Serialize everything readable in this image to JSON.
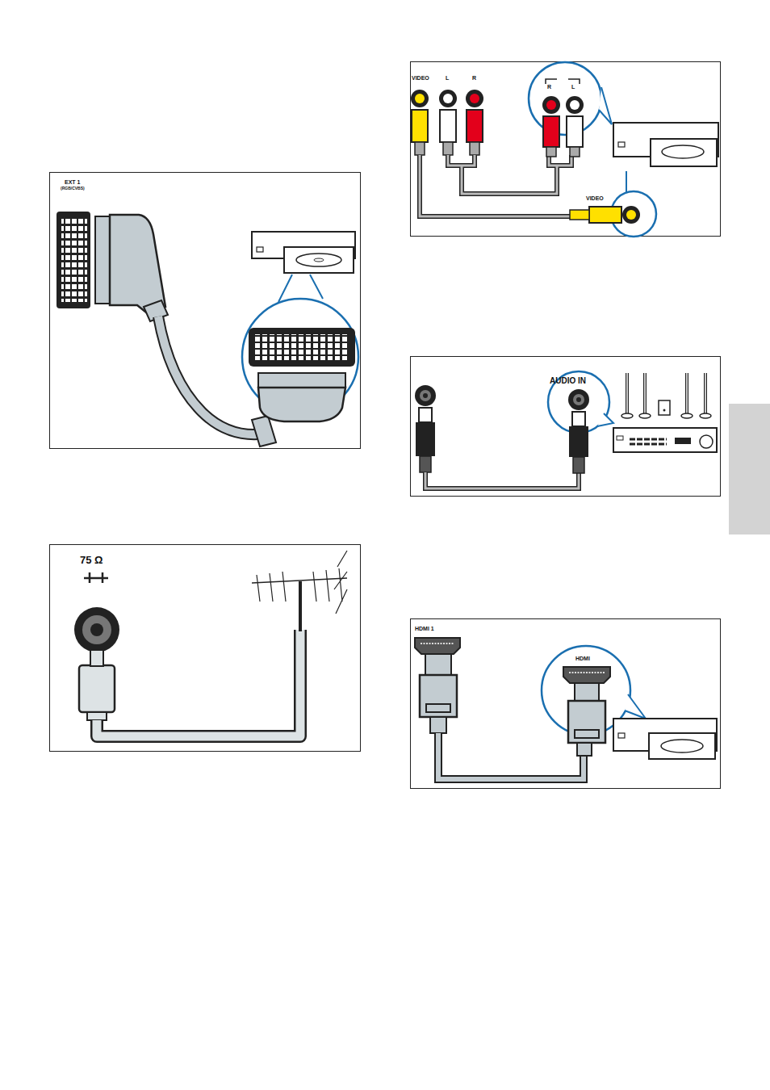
{
  "diagram": {
    "labels": [
      "EXT 1",
      "(RGB/CVBS)",
      "75 Ω",
      "VIDEO",
      "L",
      "R",
      "R",
      "L",
      "VIDEO",
      "AUDIO IN",
      "HDMI 1",
      "HDMI"
    ]
  }
}
